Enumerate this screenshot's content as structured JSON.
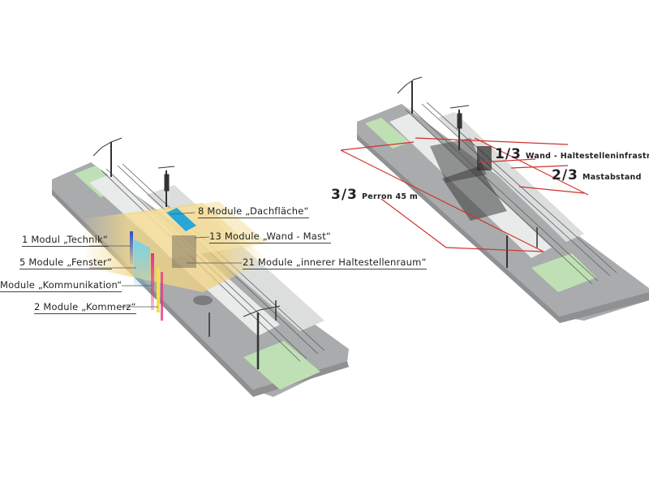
{
  "left_diagram": {
    "labels_left": [
      "1 Modul „Technik“",
      "5 Module „Fenster“",
      "Module „Kommunikation“",
      "2 Module „Kommerz“"
    ],
    "labels_right": [
      "8 Module „Dachfläche“",
      "13 Module „Wand - Mast“",
      "21 Module „innerer Haltestellenraum“"
    ]
  },
  "right_diagram": {
    "perron_fraction": "3/3",
    "perron_note": "Perron 45 m",
    "wall_fraction": "1/3",
    "wall_note": "Wand - Haltestelleninfrastruk",
    "mast_fraction": "2/3",
    "mast_note": "Mastabstand"
  },
  "colors": {
    "road": "#a9abac",
    "road_dark": "#8e9091",
    "platform": "#e9eaea",
    "green": "#bfe0b4",
    "module_yellow": "#f3d98c",
    "roof_blue": "#29a8d8",
    "technik_blue": "#2a4fd0",
    "kommerz_yellow": "#f5e04a",
    "kommunikation_pink": "#e23a7a",
    "measure_red": "#d0322e"
  },
  "icons": [
    "catenary-pole-icon",
    "street-lamp-icon"
  ]
}
